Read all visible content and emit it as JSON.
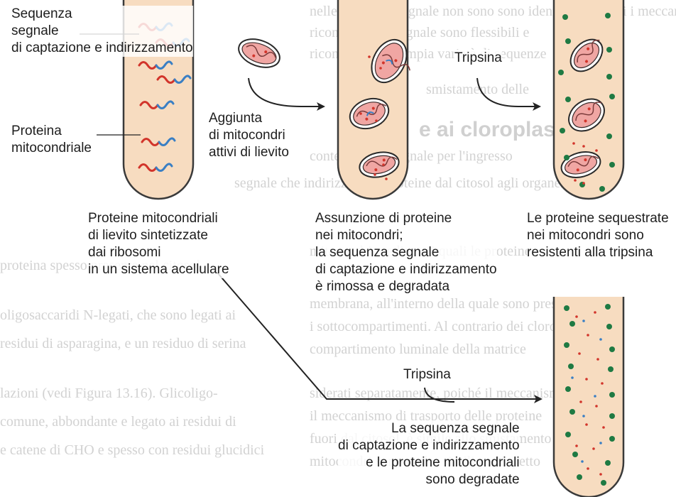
{
  "labels": {
    "signal_sequence": [
      "Sequenza",
      "segnale",
      "di captazione e indirizzamento"
    ],
    "mito_protein": [
      "Proteina",
      "mitocondriale"
    ],
    "add_mito": [
      "Aggiunta",
      "di mitocondri",
      "attivi di lievito"
    ],
    "trypsin_top": "Tripsina",
    "trypsin_bottom": "Tripsina",
    "cell_free": [
      "Proteine mitocondriali",
      "di lievito sintetizzate",
      "dai ribosomi",
      "in un sistema acellulare"
    ],
    "uptake": [
      "Assunzione di proteine",
      "nei mitocondri;",
      "la sequenza segnale",
      "di captazione e indirizzamento",
      "è rimossa e degradata"
    ],
    "sequestered": [
      "Le proteine sequestrate",
      "nei mitocondri sono",
      "resistenti alla tripsina"
    ],
    "degraded": [
      "La sequenza segnale",
      "di captazione e indirizzamento",
      "e le proteine mitocondriali",
      "sono degradate"
    ]
  },
  "colors": {
    "tube_fill": "#f7dcc0",
    "tube_stroke": "#3a3a3a",
    "protein_blue": "#3a7fc4",
    "protein_red": "#d2352b",
    "mito_fill": "#f0a6a3",
    "mito_inner": "#fbe2e0",
    "trypsin_green": "#1f7a43",
    "background_text": "#d2d2d2"
  }
}
